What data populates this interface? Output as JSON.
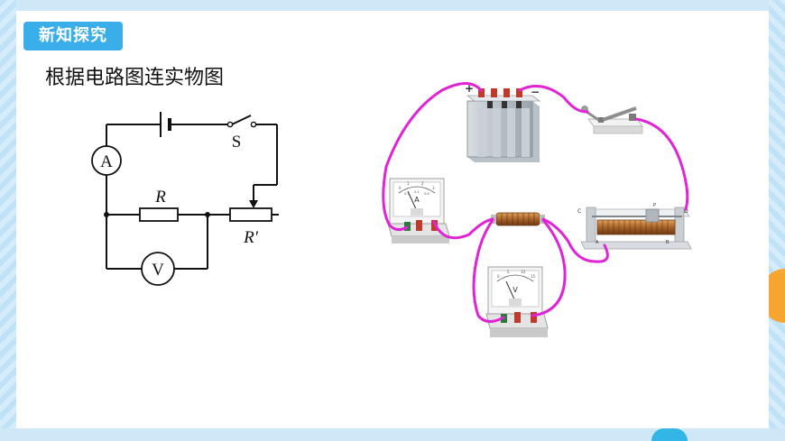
{
  "header": {
    "badge_label": "新知探究",
    "title": "根据电路图连实物图"
  },
  "schematic": {
    "ammeter_symbol": "A",
    "voltmeter_symbol": "V",
    "switch_label": "S",
    "resistor_label": "R",
    "rheostat_label": "R′"
  },
  "apparatus": {
    "battery_plus": "+",
    "battery_minus": "−",
    "rheostat_terminal_c": "C",
    "rheostat_terminal_d": "D",
    "rheostat_terminal_a": "A",
    "rheostat_terminal_b": "B",
    "rheostat_slider_p": "P",
    "ammeter_scale": [
      "0",
      "1",
      "2",
      "3",
      "0.2",
      "0.4",
      "0.6"
    ],
    "ammeter_unit": "A",
    "voltmeter_scale": [
      "0",
      "5",
      "10",
      "15"
    ],
    "voltmeter_unit": "V"
  },
  "colors": {
    "accent": "#3aaee8",
    "wire": "#e023d4",
    "schematic_line": "#111111"
  }
}
